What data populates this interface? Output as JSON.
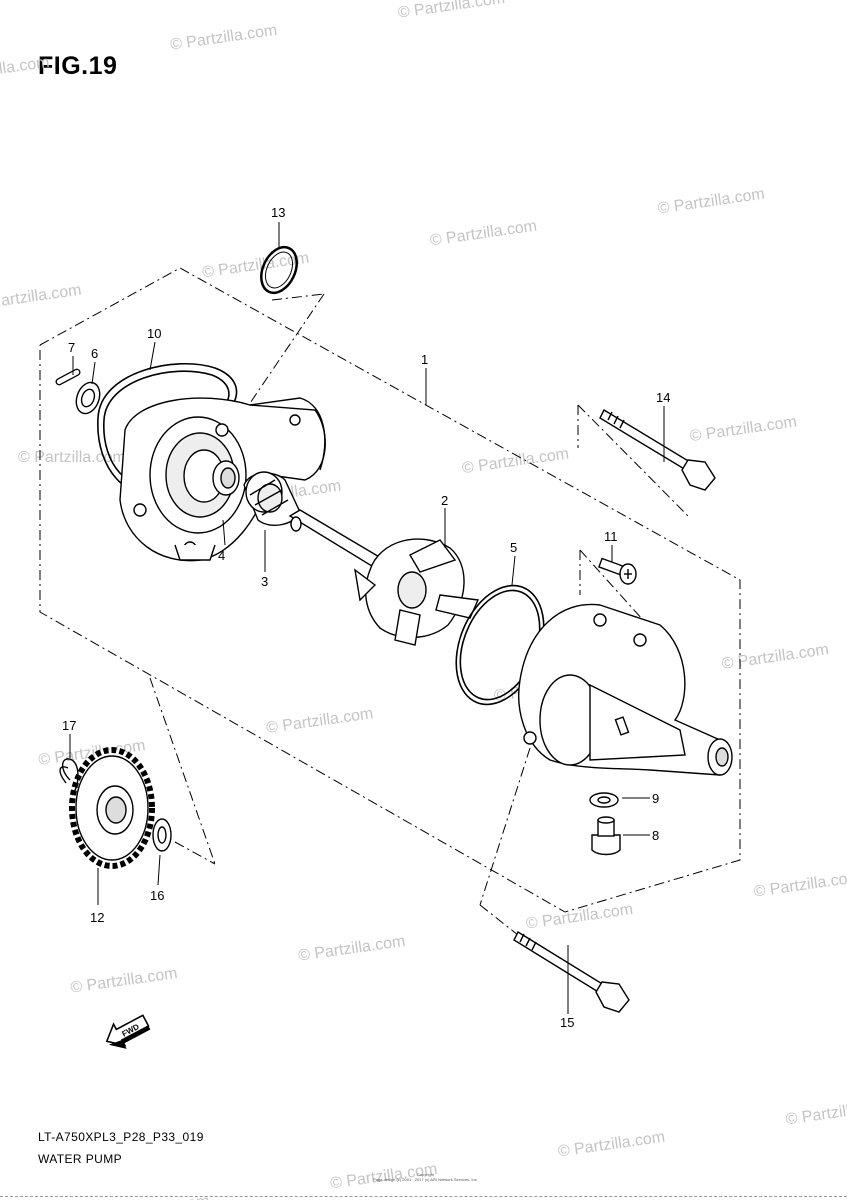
{
  "figure": {
    "title": "FIG.19"
  },
  "watermark_text": "© Partzilla.com",
  "callouts": [
    "1",
    "2",
    "3",
    "4",
    "5",
    "6",
    "7",
    "8",
    "9",
    "10",
    "11",
    "12",
    "13",
    "14",
    "15",
    "16",
    "17"
  ],
  "fwd_label": "FWD",
  "footer": {
    "code": "LT-A750XPL3_P28_P33_019",
    "name": "WATER PUMP",
    "copyright_line1": "Copyright",
    "copyright_line2": "Page design (c) 2001 - 2017 (c) ARI Network Services, Inc."
  }
}
